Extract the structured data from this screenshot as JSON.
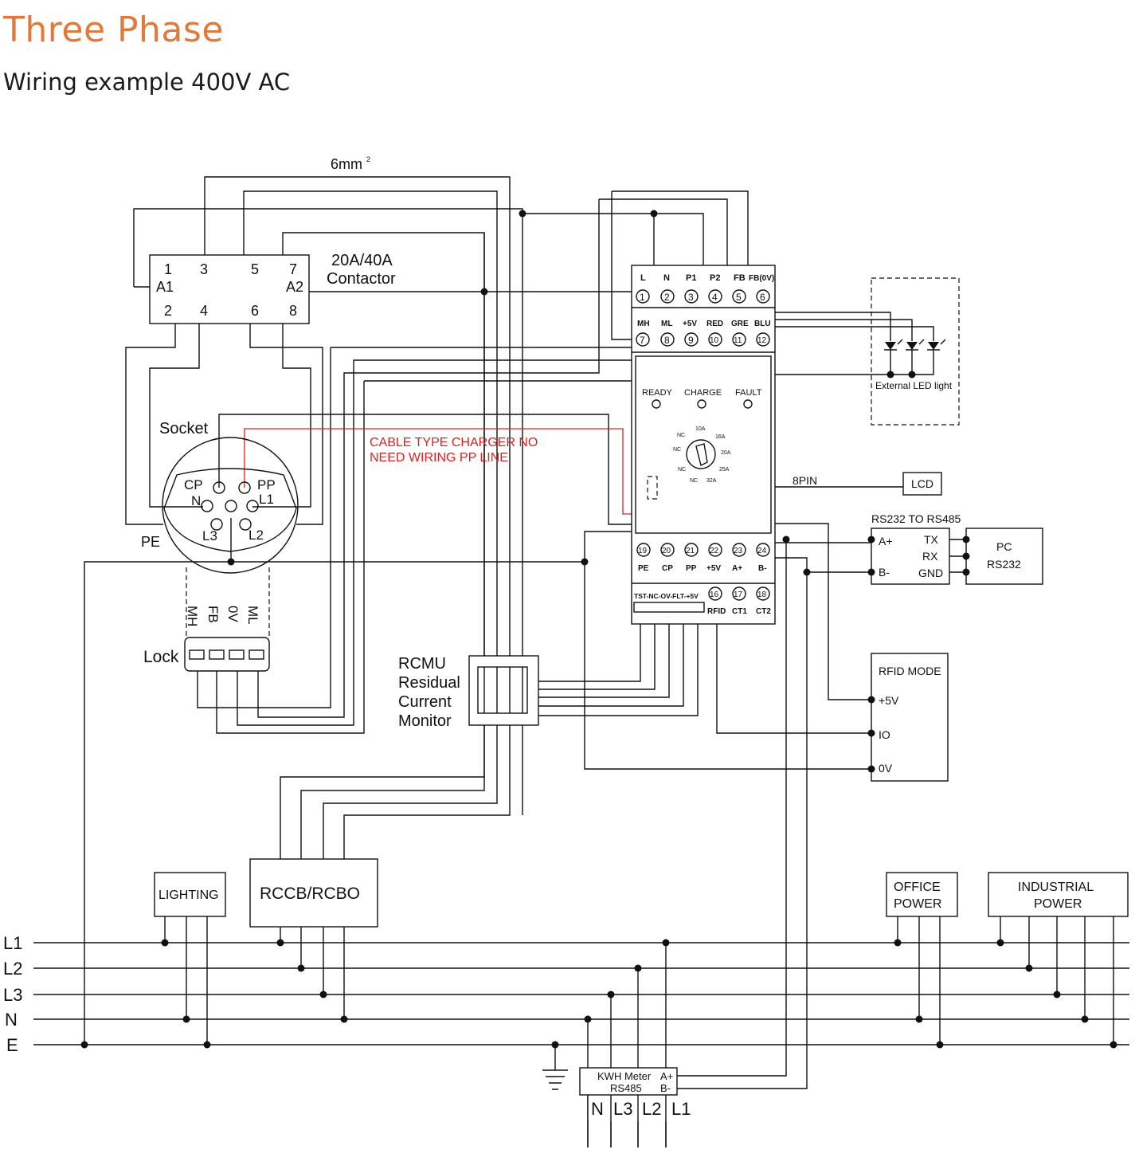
{
  "header": {
    "title": "Three Phase",
    "subtitle": "Wiring example 400V AC"
  },
  "colors": {
    "title": "#e07a3a",
    "note": "#e02020",
    "line": "#111111"
  },
  "cable": {
    "size": "6mm",
    "exp": "2"
  },
  "contactor": {
    "name_line1": "20A/40A",
    "name_line2": "Contactor",
    "top_pins": [
      "1",
      "3",
      "5",
      "7"
    ],
    "bottom_pins": [
      "2",
      "4",
      "6",
      "8"
    ],
    "coil_a1": "A1",
    "coil_a2": "A2"
  },
  "socket": {
    "label": "Socket",
    "pe_label": "PE",
    "pins": [
      "CP",
      "PP",
      "N",
      "L1",
      "L3",
      "L2"
    ]
  },
  "note": {
    "line1": "CABLE TYPE CHARGER NO",
    "line2": "NEED WIRING PP LINE"
  },
  "lock": {
    "label": "Lock",
    "wires": [
      "MH",
      "FB",
      "0V",
      "ML"
    ]
  },
  "rcmu": {
    "line1": "RCMU",
    "line2": "Residual",
    "line3": "Current",
    "line4": "Monitor"
  },
  "controller": {
    "top_labels": [
      "L",
      "N",
      "P1",
      "P2",
      "FB",
      "FB(0V)"
    ],
    "top_nums": [
      "1",
      "2",
      "3",
      "4",
      "5",
      "6"
    ],
    "row2_labels": [
      "MH",
      "ML",
      "+5V",
      "RED",
      "GRE",
      "BLU"
    ],
    "row2_nums": [
      "7",
      "8",
      "9",
      "10",
      "11",
      "12"
    ],
    "indicators": [
      "READY",
      "CHARGE",
      "FAULT"
    ],
    "dial": [
      "10A",
      "16A",
      "20A",
      "25A",
      "32A",
      "NC",
      "NC",
      "NC",
      "NC"
    ],
    "bottom_nums": [
      "19",
      "20",
      "21",
      "22",
      "23",
      "24"
    ],
    "bottom_labels": [
      "PE",
      "CP",
      "PP",
      "+5V",
      "A+",
      "B-"
    ],
    "aux_label": "TST-NC-OV-FLT-+5V",
    "aux_nums": [
      "16",
      "17",
      "18"
    ],
    "aux_labels": [
      "RFID",
      "CT1",
      "CT2"
    ]
  },
  "led": {
    "label": "External LED light"
  },
  "lcd": {
    "label": "LCD",
    "connector": "8PIN"
  },
  "rs485": {
    "title": "RS232 TO RS485",
    "left_pins": [
      "A+",
      "B-"
    ],
    "right_pins": [
      "TX",
      "RX",
      "GND"
    ]
  },
  "pc": {
    "line1": "PC",
    "line2": "RS232"
  },
  "rfid": {
    "title": "RFID MODE",
    "pins": [
      "+5V",
      "IO",
      "0V"
    ]
  },
  "loads": {
    "lighting": "LIGHTING",
    "rccb": "RCCB/RCBO",
    "office_line1": "OFFICE",
    "office_line2": "POWER",
    "industrial_line1": "INDUSTRIAL",
    "industrial_line2": "POWER"
  },
  "bus": {
    "lines": [
      "L1",
      "L2",
      "L3",
      "N",
      "E"
    ]
  },
  "meter": {
    "line1": "KWH Meter",
    "line2": "RS485",
    "a_pin": "A+",
    "b_pin": "B-",
    "bottom": [
      "N",
      "L3",
      "L2",
      "L1"
    ]
  }
}
